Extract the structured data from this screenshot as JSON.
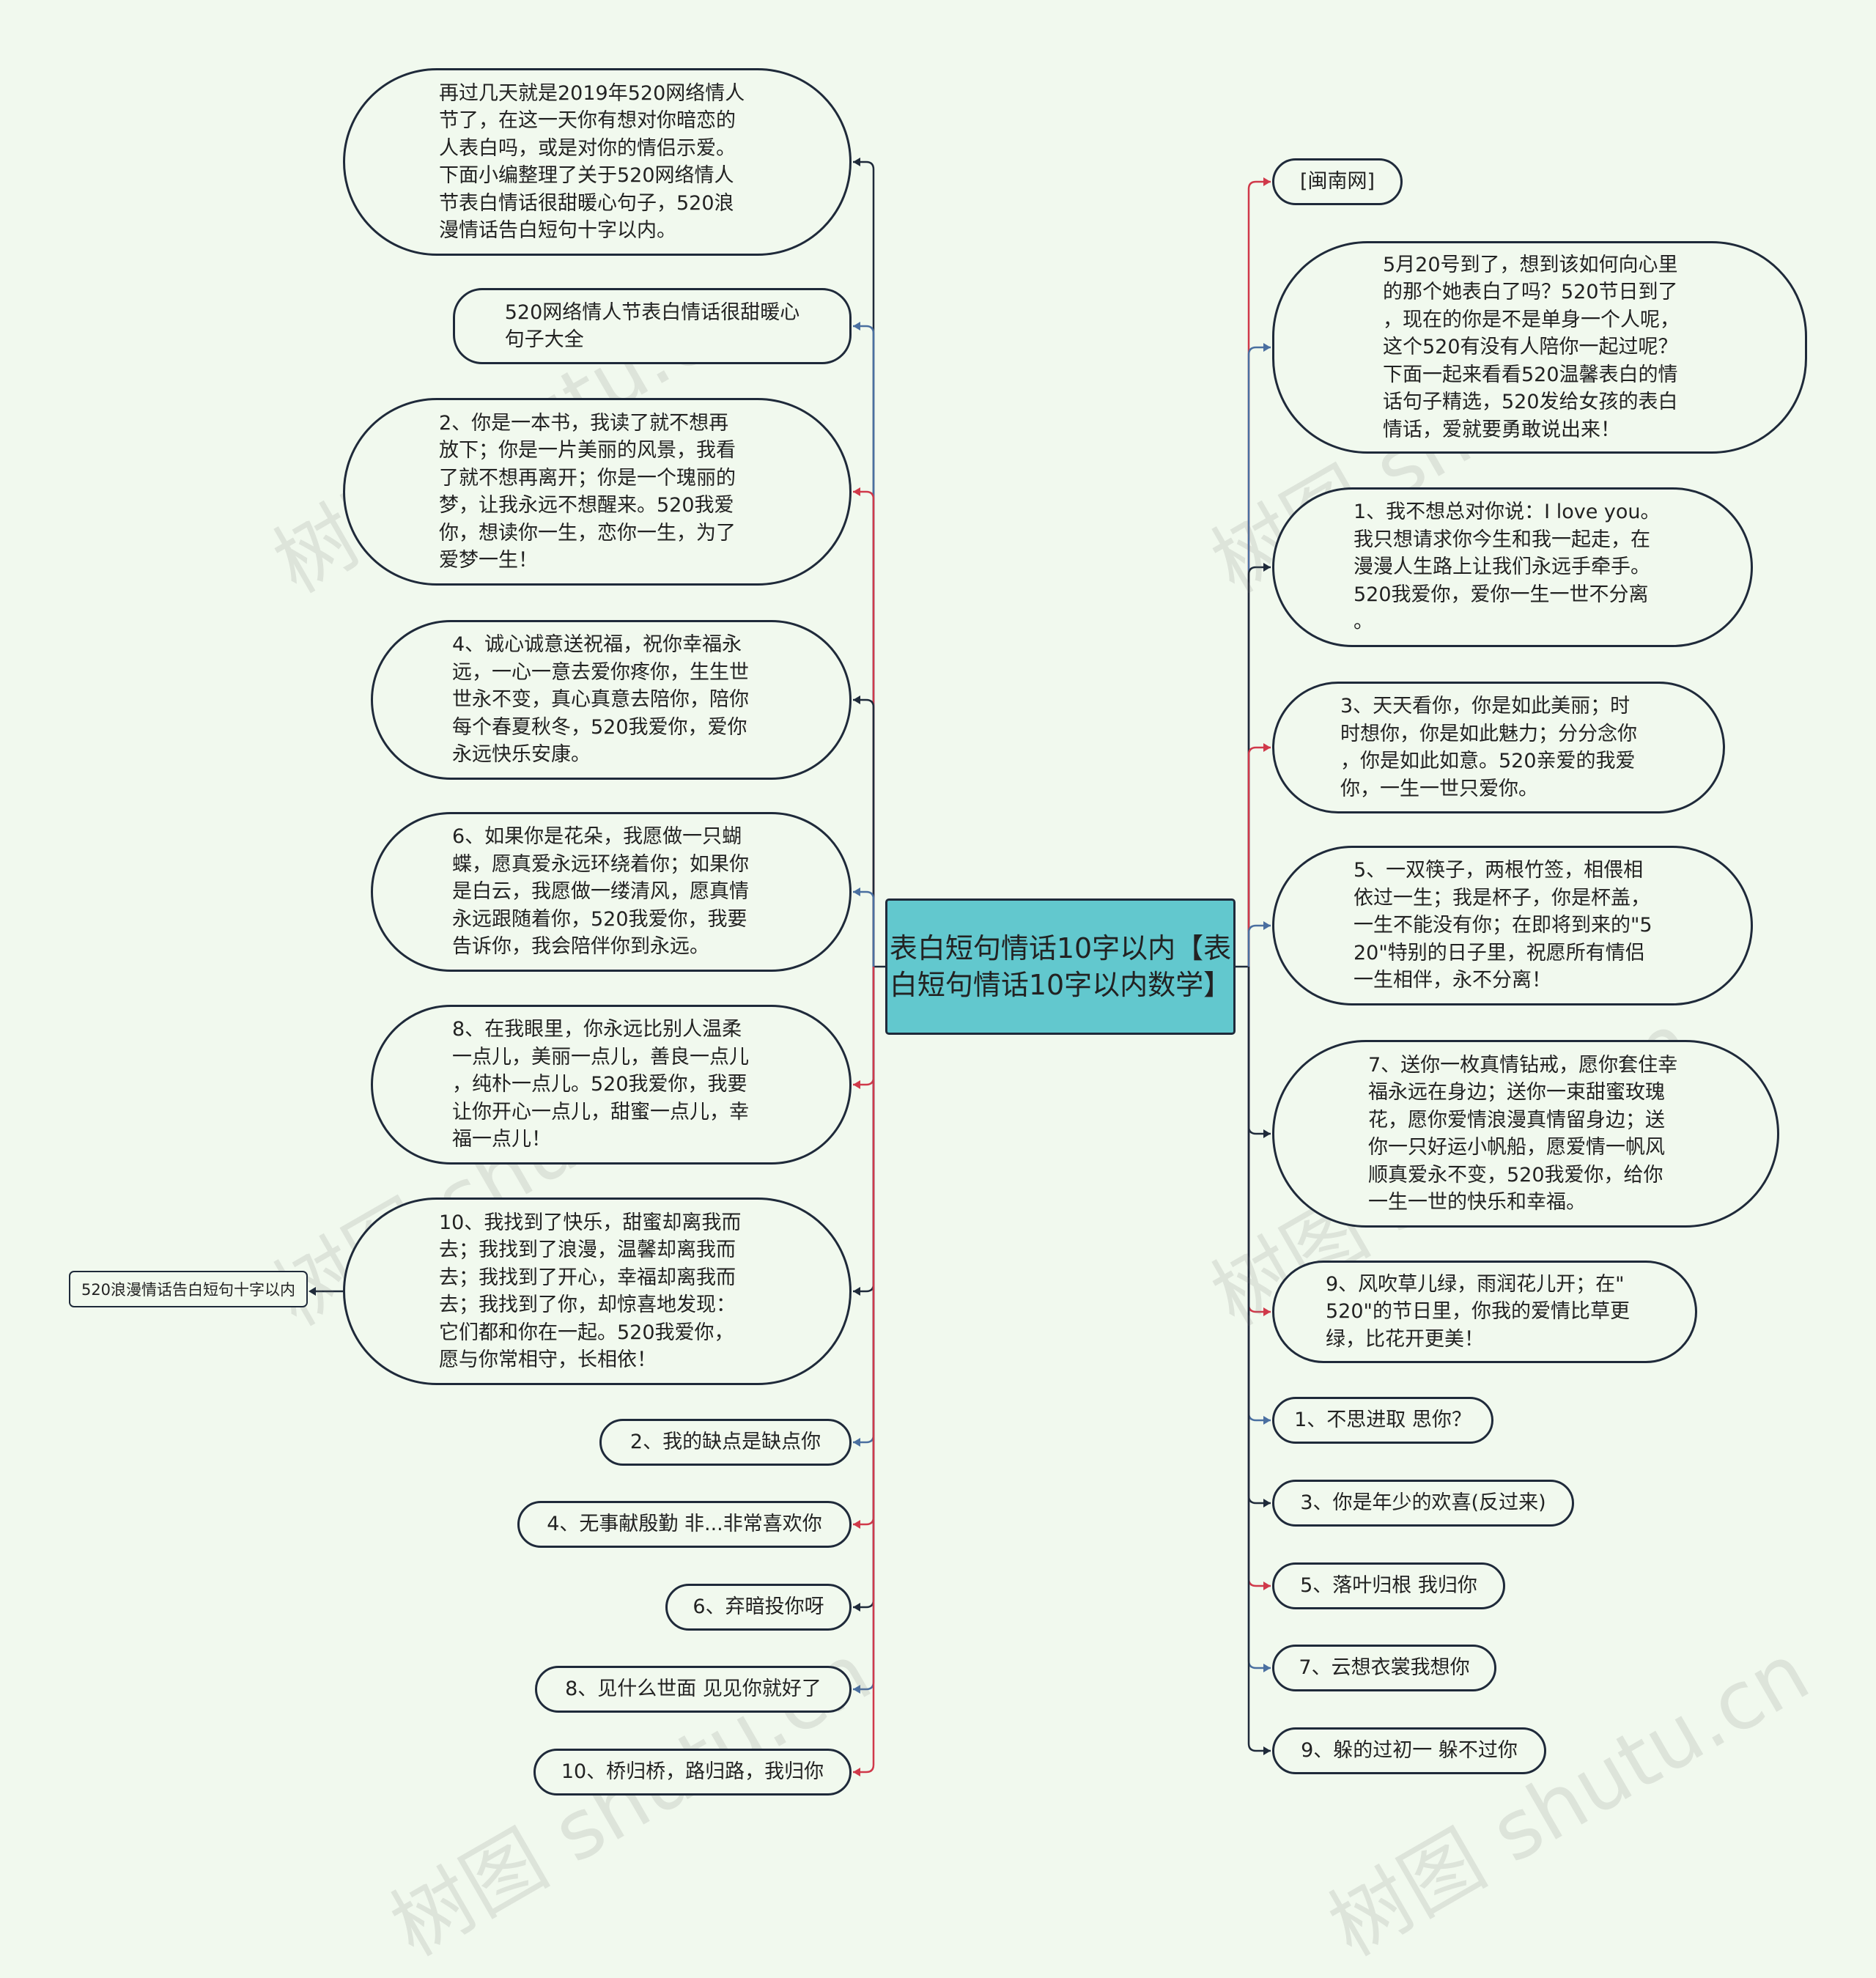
{
  "root": {
    "title": "表白短句情话10字以内【表白短句情话10字以内数学】"
  },
  "left": [
    {
      "text": "再过几天就是2019年520网络情人\n节了，在这一天你有想对你暗恋的\n人表白吗，或是对你的情侣示爱。\n下面小编整理了关于520网络情人\n节表白情话很甜暖心句子，520浪\n漫情话告白短句十字以内。",
      "color": "#1f2a3a"
    },
    {
      "text": "520网络情人节表白情话很甜暖心\n句子大全",
      "color": "#4a6fa0"
    },
    {
      "text": "2、你是一本书，我读了就不想再\n放下；你是一片美丽的风景，我看\n了就不想再离开；你是一个瑰丽的\n梦，让我永远不想醒来。520我爱\n你，想读你一生，恋你一生，为了\n爱梦一生！",
      "color": "#d0394a"
    },
    {
      "text": "4、诚心诚意送祝福，祝你幸福永\n远，一心一意去爱你疼你，生生世\n世永不变，真心真意去陪你，陪你\n每个春夏秋冬，520我爱你，爱你\n永远快乐安康。",
      "color": "#1f2a3a"
    },
    {
      "text": "6、如果你是花朵，我愿做一只蝴\n蝶，愿真爱永远环绕着你；如果你\n是白云，我愿做一缕清风，愿真情\n永远跟随着你，520我爱你，我要\n告诉你，我会陪伴你到永远。",
      "color": "#4a6fa0"
    },
    {
      "text": "8、在我眼里，你永远比别人温柔\n一点儿，美丽一点儿，善良一点儿\n，纯朴一点儿。520我爱你，我要\n让你开心一点儿，甜蜜一点儿，幸\n福一点儿！",
      "color": "#d0394a"
    },
    {
      "text": "10、我找到了快乐，甜蜜却离我而\n去；我找到了浪漫，温馨却离我而\n去；我找到了开心，幸福却离我而\n去；我找到了你，却惊喜地发现：\n它们都和你在一起。520我爱你，\n愿与你常相守，长相依！",
      "color": "#1f2a3a"
    },
    {
      "text": "2、我的缺点是缺点你",
      "color": "#4a6fa0"
    },
    {
      "text": "4、无事献殷勤 非...非常喜欢你",
      "color": "#d0394a"
    },
    {
      "text": "6、弃暗投你呀",
      "color": "#1f2a3a"
    },
    {
      "text": "8、见什么世面 见见你就好了",
      "color": "#4a6fa0"
    },
    {
      "text": "10、桥归桥，路归路，我归你",
      "color": "#d0394a"
    }
  ],
  "left_extra": {
    "text": "520浪漫情话告白短句十字以内"
  },
  "right": [
    {
      "text": "[闽南网]",
      "color": "#d0394a"
    },
    {
      "text": "5月20号到了，想到该如何向心里\n的那个她表白了吗？520节日到了\n，现在的你是不是单身一个人呢，\n这个520有没有人陪你一起过呢？\n下面一起来看看520温馨表白的情\n话句子精选，520发给女孩的表白\n情话，爱就要勇敢说出来！",
      "color": "#4a6fa0"
    },
    {
      "text": "1、我不想总对你说：I love you。\n我只想请求你今生和我一起走，在\n漫漫人生路上让我们永远手牵手。\n520我爱你，爱你一生一世不分离\n。",
      "color": "#1f2a3a"
    },
    {
      "text": "3、天天看你，你是如此美丽；时\n时想你，你是如此魅力；分分念你\n，你是如此如意。520亲爱的我爱\n你，一生一世只爱你。",
      "color": "#d0394a"
    },
    {
      "text": "5、一双筷子，两根竹签，相偎相\n依过一生；我是杯子，你是杯盖，\n一生不能没有你；在即将到来的\"5\n20\"特别的日子里，祝愿所有情侣\n一生相伴，永不分离！",
      "color": "#4a6fa0"
    },
    {
      "text": "7、送你一枚真情钻戒，愿你套住幸\n福永远在身边；送你一束甜蜜玫瑰\n花，愿你爱情浪漫真情留身边；送\n你一只好运小帆船，愿爱情一帆风\n顺真爱永不变，520我爱你，给你\n一生一世的快乐和幸福。",
      "color": "#1f2a3a"
    },
    {
      "text": "9、风吹草儿绿，雨润花儿开；在\"\n520\"的节日里，你我的爱情比草更\n绿，比花开更美！",
      "color": "#d0394a"
    },
    {
      "text": "1、不思进取 思你？",
      "color": "#4a6fa0"
    },
    {
      "text": "3、你是年少的欢喜(反过来)",
      "color": "#1f2a3a"
    },
    {
      "text": "5、落叶归根 我归你",
      "color": "#d0394a"
    },
    {
      "text": "7、云想衣裳我想你",
      "color": "#4a6fa0"
    },
    {
      "text": "9、躲的过初一 躲不过你",
      "color": "#1f2a3a"
    }
  ],
  "watermark": "树图 shutu.cn"
}
